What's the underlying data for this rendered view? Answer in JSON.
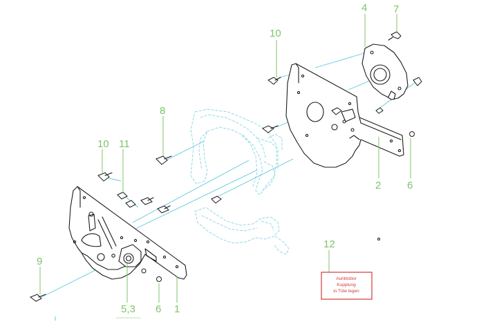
{
  "callouts": [
    {
      "id": "c1",
      "label": "1"
    },
    {
      "id": "c2",
      "label": "2"
    },
    {
      "id": "c4",
      "label": "4"
    },
    {
      "id": "c53",
      "label": "5,3"
    },
    {
      "id": "c6a",
      "label": "6"
    },
    {
      "id": "c6b",
      "label": "6"
    },
    {
      "id": "c7",
      "label": "7"
    },
    {
      "id": "c8",
      "label": "8"
    },
    {
      "id": "c9",
      "label": "9"
    },
    {
      "id": "c10a",
      "label": "10"
    },
    {
      "id": "c10b",
      "label": "10"
    },
    {
      "id": "c11",
      "label": "11"
    },
    {
      "id": "c12",
      "label": "12"
    }
  ],
  "note": {
    "lines": [
      "Auriktobor",
      "Kupplung",
      "in Tüte legen"
    ]
  },
  "colors": {
    "callout": "#7cc46a",
    "leader": "#5cc8de",
    "ghost_part": "#8fd8e6",
    "note": "#d23a3a",
    "part_outline": "#1a1a1a"
  }
}
